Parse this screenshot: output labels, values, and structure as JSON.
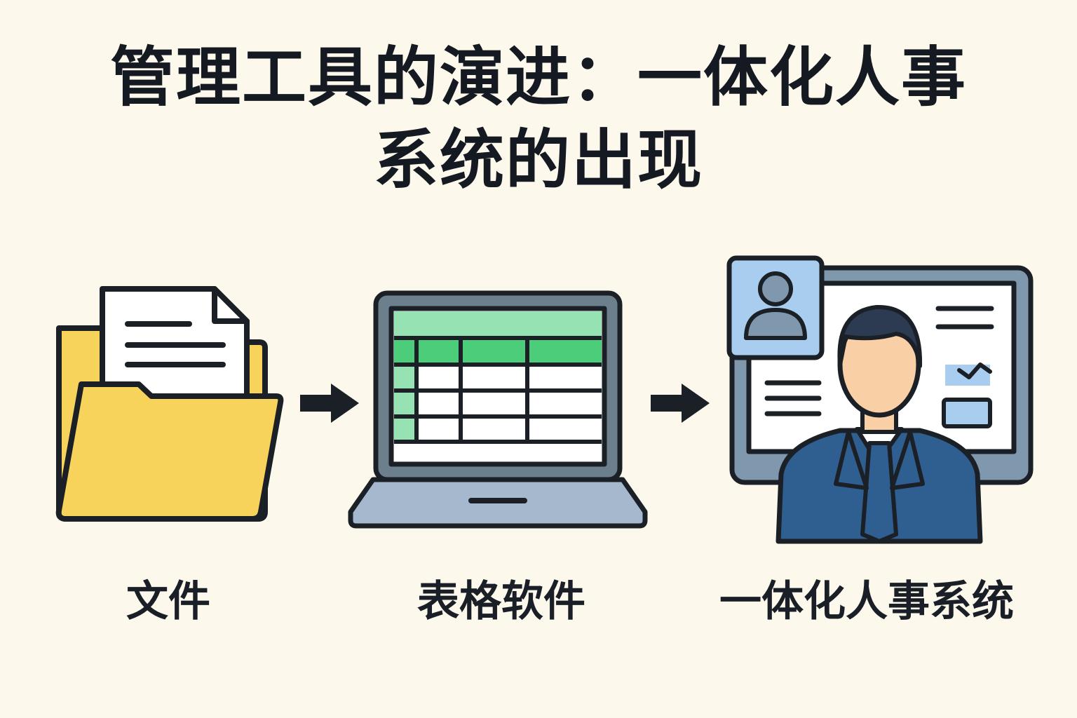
{
  "title": {
    "line1": "管理工具的演进：一体化人事",
    "line2": "系统的出现"
  },
  "stages": [
    {
      "label": "文件",
      "icon": "folder-document-icon"
    },
    {
      "label": "表格软件",
      "icon": "laptop-spreadsheet-icon"
    },
    {
      "label": "一体化人事系统",
      "icon": "hr-system-monitor-icon"
    }
  ],
  "connectors": [
    "arrow-right-icon",
    "arrow-right-icon"
  ],
  "colors": {
    "background": "#fcf8ec",
    "outline": "#1b1f26",
    "folder": "#f8d35c",
    "spreadsheet_header": "#4ccd79",
    "spreadsheet_light": "#96e2b3",
    "laptop_body": "#6c7f8d",
    "laptop_base": "#a6b8ce",
    "suit": "#2f5f91",
    "skin": "#f9cfa6",
    "hair": "#2c3b52",
    "profile_card": "#a9cdef",
    "monitor_frame": "#7f98ad"
  }
}
